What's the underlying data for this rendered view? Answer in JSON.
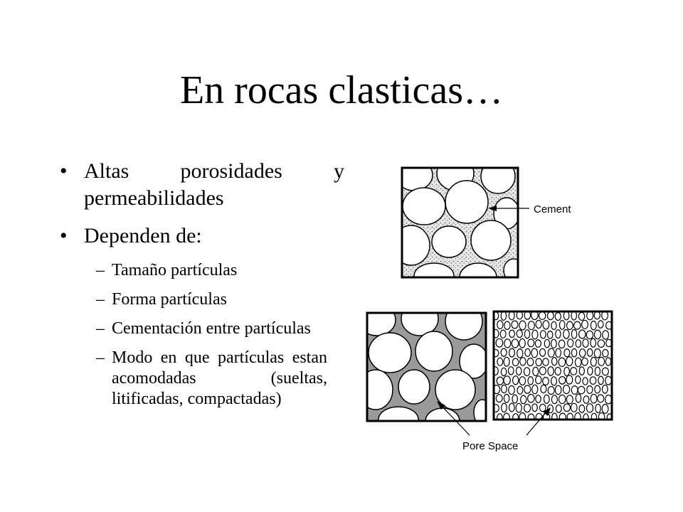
{
  "slide": {
    "title": "En rocas clasticas…",
    "bullets": [
      {
        "marker": "•",
        "text": "Altas porosidades y permeabilidades"
      },
      {
        "marker": "•",
        "text": "Dependen de:"
      }
    ],
    "subbullets": [
      {
        "marker": "–",
        "text": "Tamaño partículas"
      },
      {
        "marker": "–",
        "text": "Forma partículas"
      },
      {
        "marker": "–",
        "text": "Cementación entre partículas"
      },
      {
        "marker": "–",
        "text": "Modo en que partículas estan acomodadas (sueltas, litificadas, compactadas)"
      }
    ]
  },
  "figure": {
    "cement_label": "Cement",
    "pore_label": "Pore Space",
    "colors": {
      "pore_fill": "#9a9a9a",
      "cement_fill": "#dcdcdc",
      "outline": "#000000"
    }
  }
}
